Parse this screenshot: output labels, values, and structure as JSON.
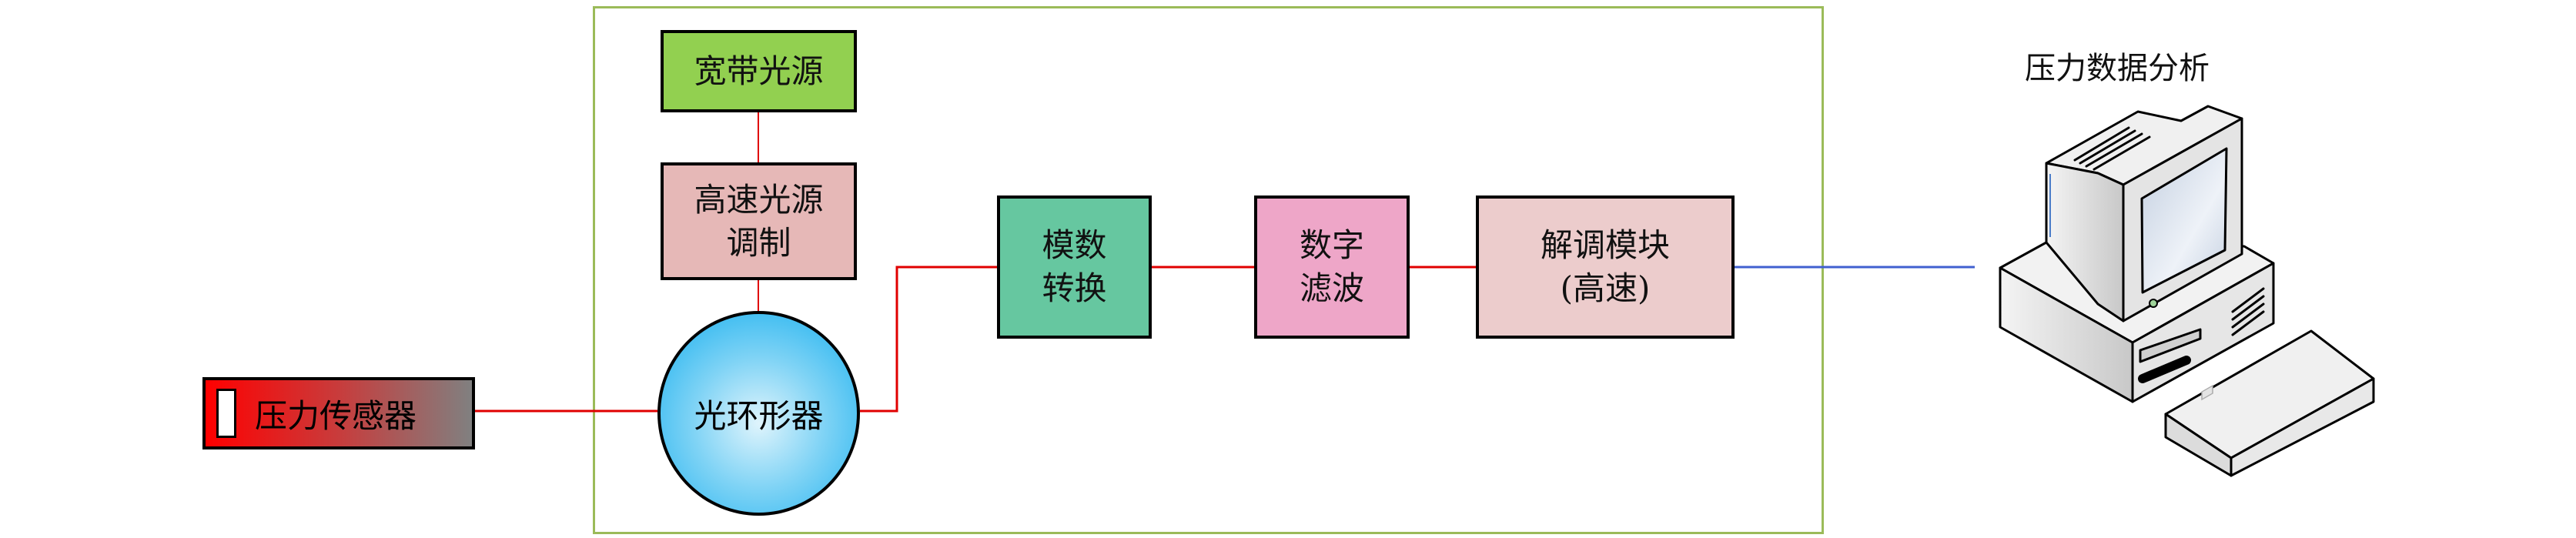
{
  "blocks": {
    "broadband_source": "宽带光源",
    "modulation_line1": "高速光源",
    "modulation_line2": "调制",
    "circulator": "光环形器",
    "sensor": "压力传感器",
    "adc_line1": "模数",
    "adc_line2": "转换",
    "filter_line1": "数字",
    "filter_line2": "滤波",
    "demod_line1": "解调模块",
    "demod_line2": "(高速)"
  },
  "computer": {
    "title": "压力数据分析",
    "icon": "computer-icon"
  },
  "colors": {
    "frame": "#9bbb59",
    "broadband": "#92d050",
    "modulation": "#e6b8b7",
    "adc": "#66c7a0",
    "filter": "#eea6c8",
    "demod": "#eccccc",
    "red_link": "#e00000",
    "blue_link": "#4060d0"
  }
}
